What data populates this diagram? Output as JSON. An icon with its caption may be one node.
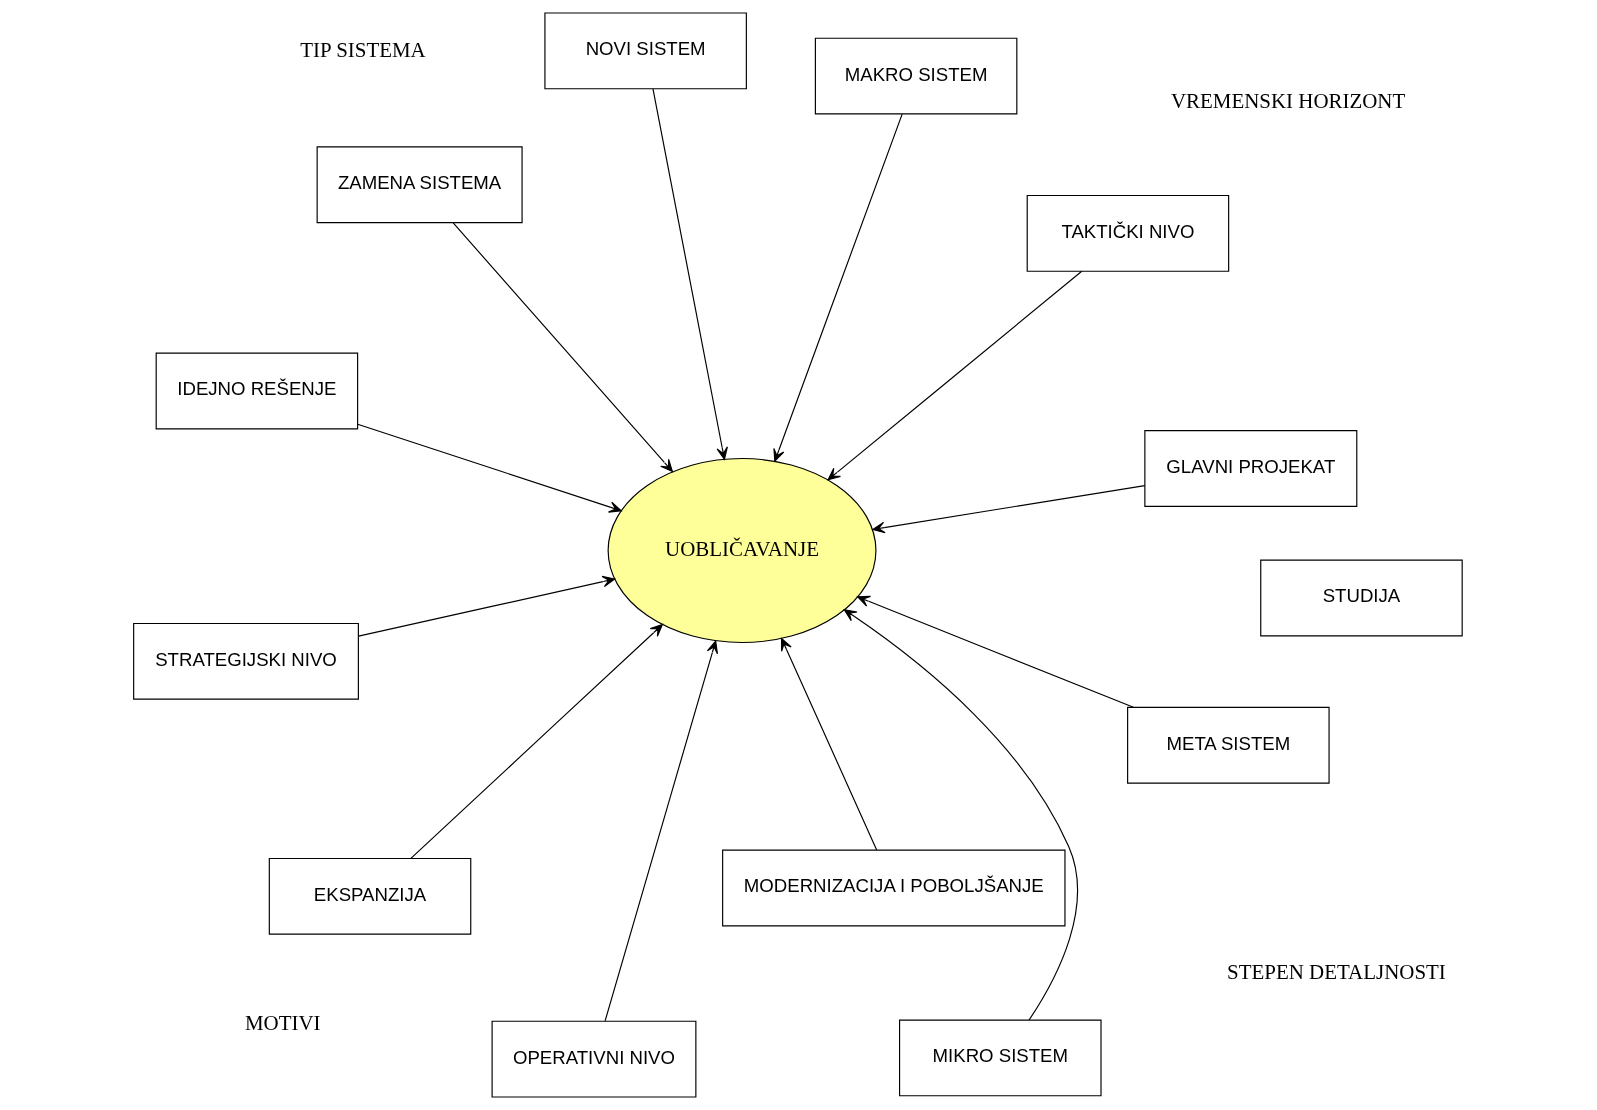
{
  "diagram": {
    "nodes": [
      {
        "text": [
          "STRATEGIJSKI NIVO"
        ]
      },
      {
        "text": [
          "TAKTIČKI NIVO"
        ]
      },
      {
        "text": [
          "OPERATIVNI NIVO"
        ]
      },
      {
        "text": [
          "NOVI SISTEM"
        ]
      },
      {
        "text": [
          "MAKRO SISTEM"
        ]
      },
      {
        "text": [
          "ZAMENA SISTEMA"
        ]
      },
      {
        "text": [
          "UOBLIČAVANJE"
        ]
      },
      {
        "text": [
          "META SISTEM"
        ]
      },
      {
        "text": [
          "EKSPANZIJA"
        ]
      },
      {
        "text": [
          "MIKRO SISTEM"
        ]
      },
      {
        "text": [
          "MODERNIZACIJA I POBOLJŠANJE"
        ]
      },
      {
        "text": [
          "IDEJNO REŠENJE"
        ]
      },
      {
        "text": [
          "GLAVNI PROJEKAT"
        ]
      },
      {
        "text": [
          "STUDIJA"
        ]
      }
    ],
    "edges": [
      {
        "from": 0,
        "to": 6,
        "arrow": "to"
      },
      {
        "from": 1,
        "to": 6,
        "arrow": "to"
      },
      {
        "from": 2,
        "to": 6,
        "arrow": "to"
      },
      {
        "from": 3,
        "to": 6,
        "arrow": "to"
      },
      {
        "from": 4,
        "to": 6,
        "arrow": "to"
      },
      {
        "from": 5,
        "to": 6,
        "arrow": "to"
      },
      {
        "from": 7,
        "to": 6,
        "arrow": "to"
      },
      {
        "from": 8,
        "to": 6,
        "arrow": "to"
      },
      {
        "from": 9,
        "to": 6,
        "arrow": "to"
      },
      {
        "from": 10,
        "to": 6,
        "arrow": "to"
      },
      {
        "from": 11,
        "to": 6,
        "arrow": "to"
      },
      {
        "from": 12,
        "to": 6,
        "arrow": "to"
      }
    ],
    "labels": [
      "VREMENSKI HORIZONT",
      "MOTIVI",
      "TIP SISTEMA",
      "STEPEN DETALJNOSTI"
    ]
  }
}
